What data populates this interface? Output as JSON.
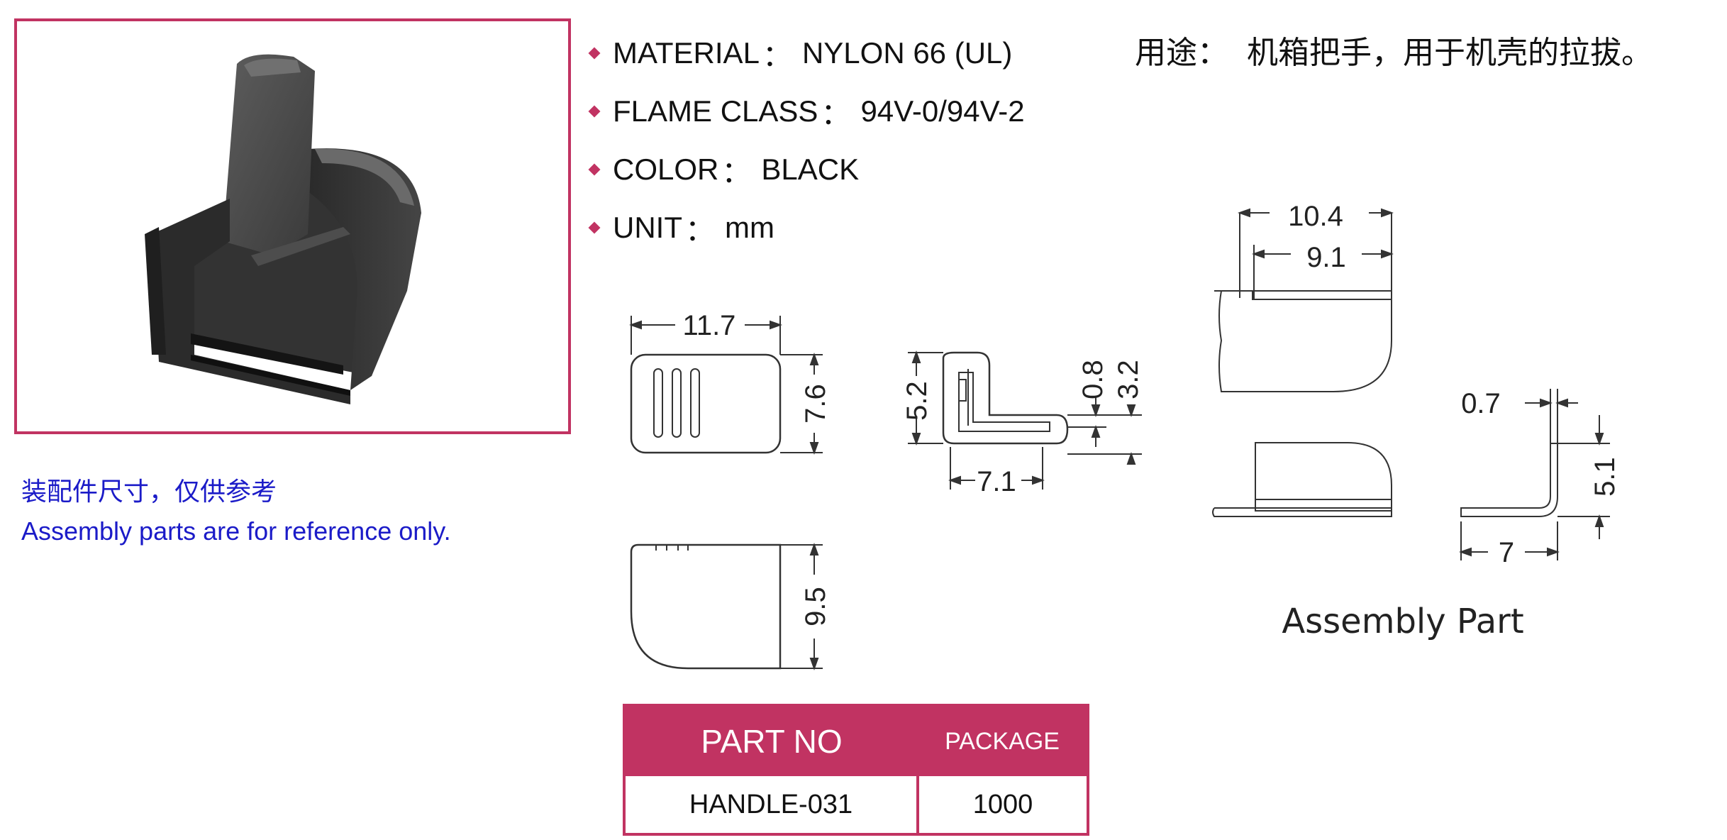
{
  "specs": [
    {
      "label": "MATERIAL",
      "sep": "：",
      "value": "NYLON 66 (UL)"
    },
    {
      "label": "FLAME CLASS",
      "sep": "：",
      "value": "94V-0/94V-2"
    },
    {
      "label": "COLOR",
      "sep": "：",
      "value": "BLACK"
    },
    {
      "label": "UNIT",
      "sep": "：",
      "value": "mm"
    }
  ],
  "usage": {
    "label": "用途：",
    "value": "机箱把手，用于机壳的拉拔。"
  },
  "reference_note": {
    "zh": "装配件尺寸，仅供参考",
    "en": "Assembly parts are for reference only."
  },
  "dimensions": {
    "top_view_width": "11.7",
    "top_view_height": "7.6",
    "side_view_height_left": "5.2",
    "side_view_thickness": "0.8",
    "side_view_height_right": "3.2",
    "side_view_width": "7.1",
    "bottom_view_height": "9.5",
    "assembly_outer_width": "10.4",
    "assembly_inner_width": "9.1",
    "assembly_thickness": "0.7",
    "assembly_height": "5.1",
    "assembly_length": "7"
  },
  "assembly_label": "Assembly Part",
  "table": {
    "headers": {
      "part_no": "PART NO",
      "package": "PACKAGE"
    },
    "rows": [
      {
        "part_no": "HANDLE-031",
        "package": "1000"
      }
    ]
  },
  "colors": {
    "accent": "#c13362",
    "note": "#1b1bc8"
  }
}
